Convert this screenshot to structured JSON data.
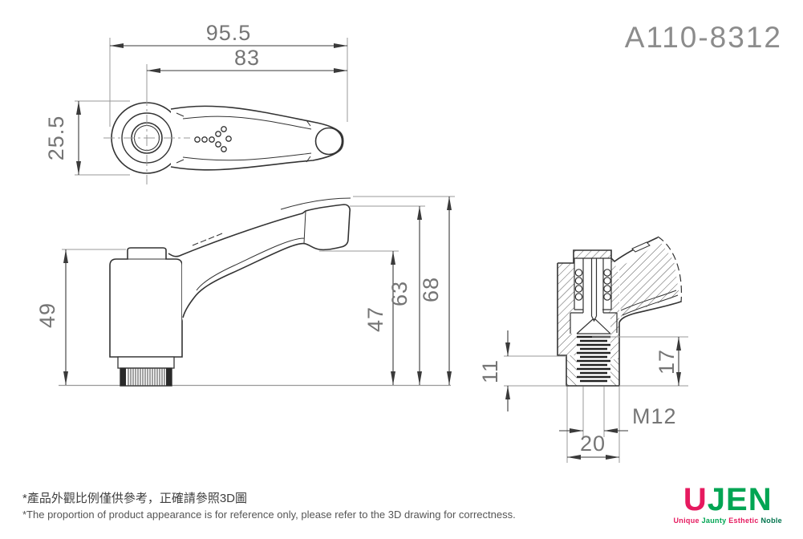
{
  "part_number": "A110-8312",
  "drawing": {
    "top_view": {
      "dim_overall_length": "95.5",
      "dim_arm_length": "83",
      "dim_head_width": "25.5"
    },
    "side_view": {
      "dim_body_height": "49",
      "dim_grip_underside_height": "47",
      "dim_grip_top_height": "63",
      "dim_overall_height": "68"
    },
    "section_view": {
      "dim_bush_exposed_height": "11",
      "dim_thread_depth": "17",
      "dim_thread_size": "M12",
      "dim_bush_width": "20"
    }
  },
  "footer": {
    "note_zh": "*產品外觀比例僅供參考，正確請參照3D圖",
    "note_en": "*The proportion of product appearance is for reference only, please refer to the 3D drawing for correctness."
  },
  "logo": {
    "brand_u": "U",
    "brand_jen": "JEN",
    "tagline": [
      "Unique",
      "Jaunty",
      "Esthetic",
      "Noble"
    ],
    "color_red": "#e61a5f",
    "color_green": "#00a553",
    "color_dark_green": "#00734c"
  },
  "colors": {
    "outline": "#333333",
    "thin_line": "#999999",
    "dimension_line": "#3a3a3a",
    "dimension_text": "#757575",
    "title_text": "#8c8c8c"
  }
}
